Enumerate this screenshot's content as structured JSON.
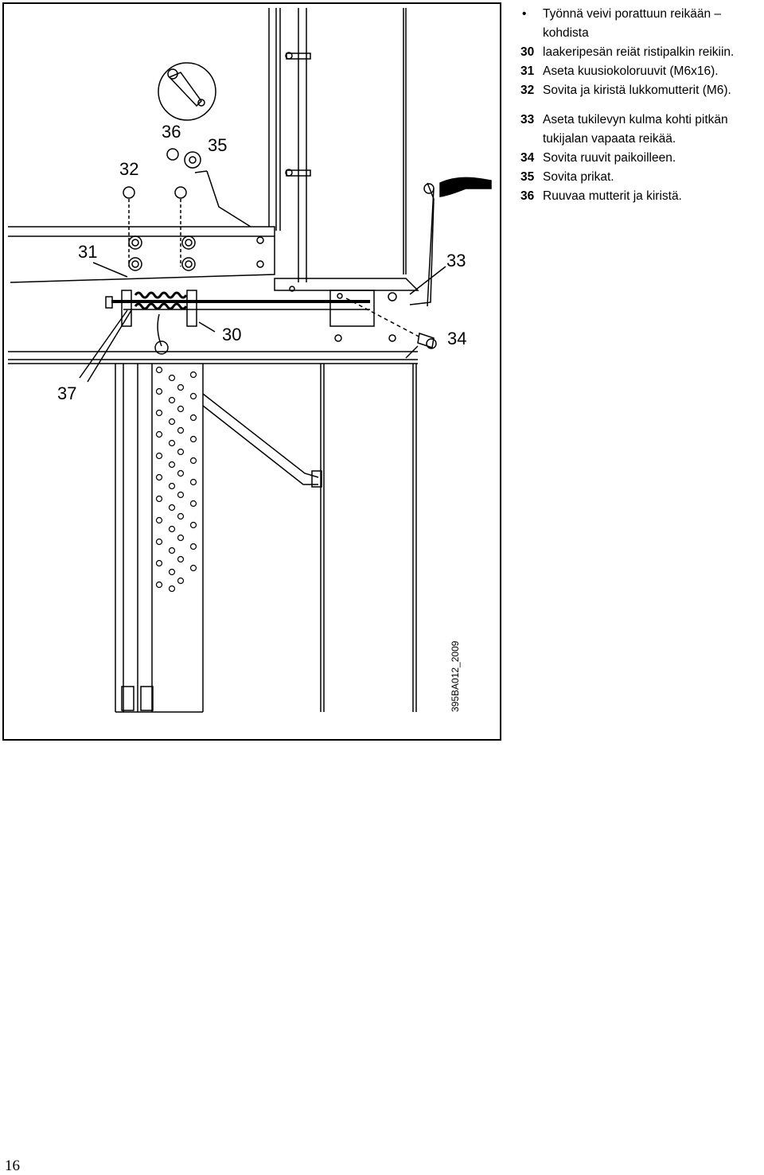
{
  "figure": {
    "callouts": {
      "c31": "31",
      "c32": "32",
      "c36": "36",
      "c35": "35",
      "c33": "33",
      "c30": "30",
      "c34": "34",
      "c37": "37"
    },
    "code": "395BA012_2009"
  },
  "instructions": {
    "intro": "Työnnä veivi porattuun reikään – kohdista",
    "steps_a": [
      {
        "num": "30",
        "text": "laakeripesän reiät ristipalkin reikiin."
      },
      {
        "num": "31",
        "text": "Aseta kuusiokoloruuvit (M6x16)."
      },
      {
        "num": "32",
        "text": "Sovita ja kiristä lukkomutterit (M6)."
      }
    ],
    "steps_b": [
      {
        "num": "33",
        "text": "Aseta tukilevyn kulma kohti pitkän tukijalan vapaata reikää."
      },
      {
        "num": "34",
        "text": "Sovita ruuvit paikoilleen."
      },
      {
        "num": "35",
        "text": "Sovita prikat."
      },
      {
        "num": "36",
        "text": "Ruuvaa mutterit ja kiristä."
      }
    ]
  },
  "page_number": "16"
}
